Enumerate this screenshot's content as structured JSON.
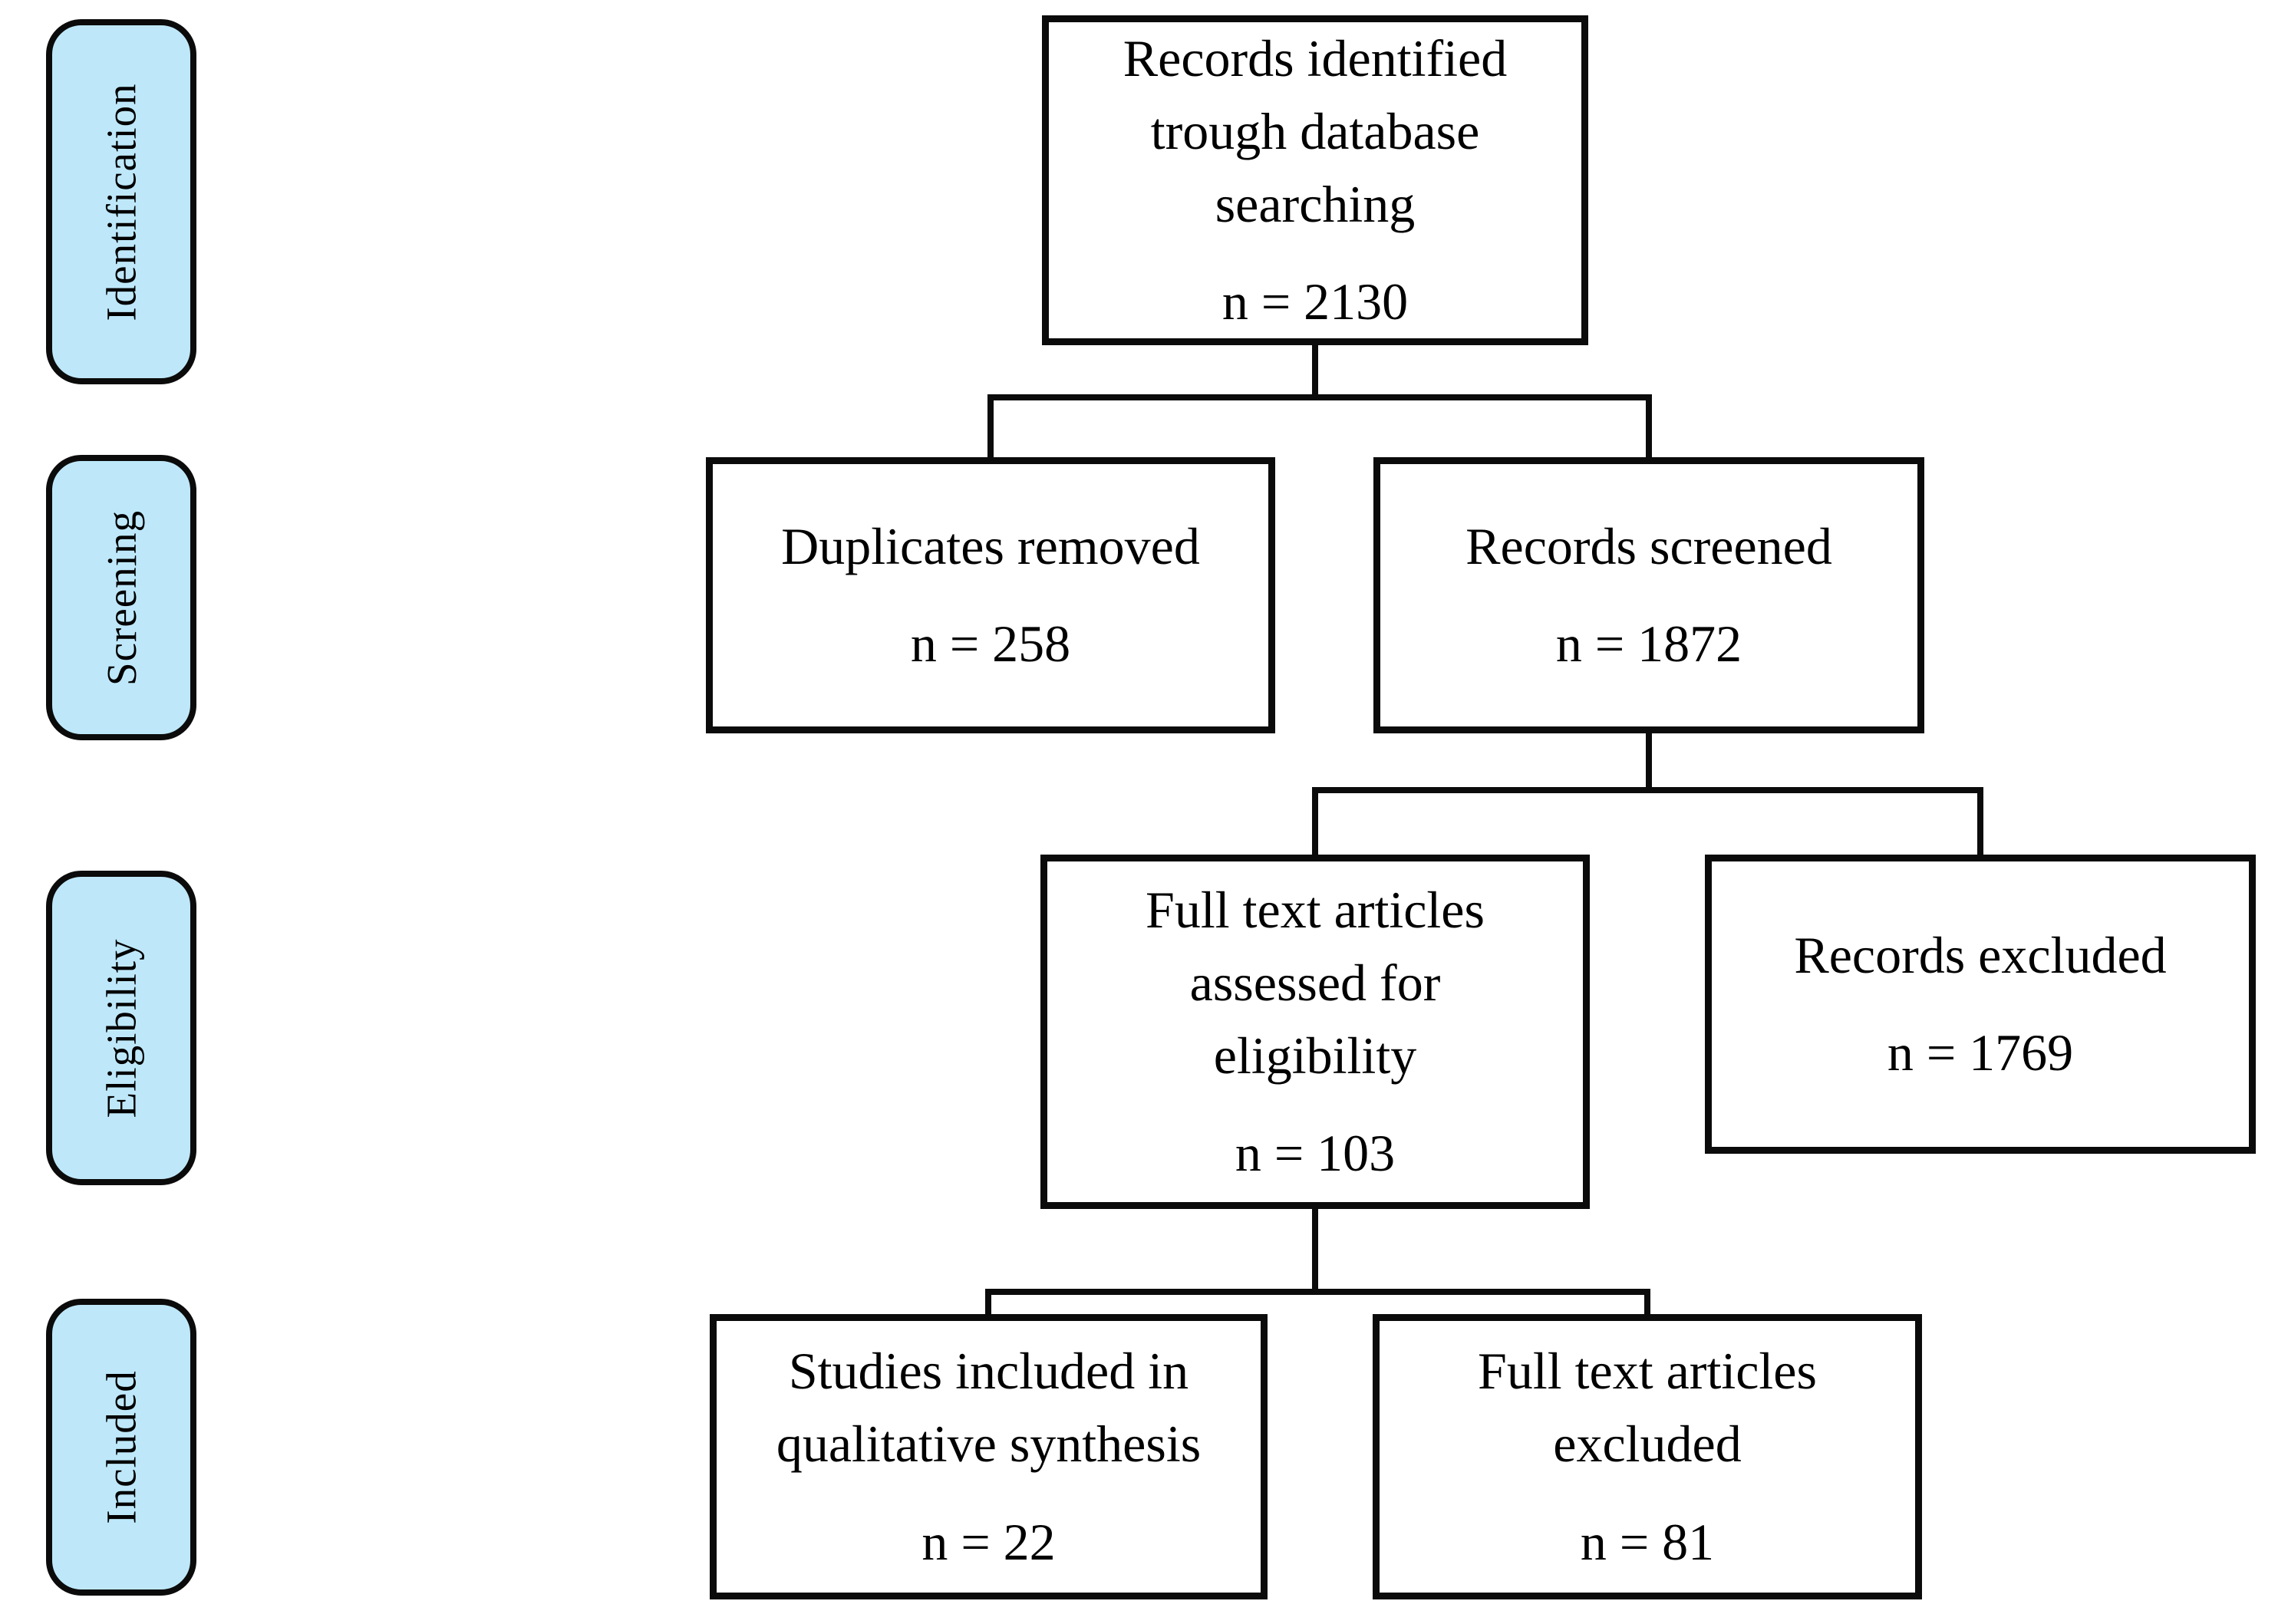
{
  "palette": {
    "stage_fill": "#bee8fa",
    "line_color": "#0b0b0b",
    "box_fill": "#ffffff",
    "text_color": "#000000"
  },
  "stages": [
    {
      "id": "identification",
      "label": "Identification"
    },
    {
      "id": "screening",
      "label": "Screening"
    },
    {
      "id": "eligibility",
      "label": "Eligibility"
    },
    {
      "id": "included",
      "label": "Included"
    }
  ],
  "boxes": [
    {
      "id": "records-identified",
      "lines": [
        "Records identified",
        "trough database",
        "searching"
      ],
      "n": "n = 2130"
    },
    {
      "id": "duplicates-removed",
      "lines": [
        "Duplicates removed"
      ],
      "n": "n = 258"
    },
    {
      "id": "records-screened",
      "lines": [
        "Records screened"
      ],
      "n": "n = 1872"
    },
    {
      "id": "full-text-assessed",
      "lines": [
        "Full text articles",
        "assessed for",
        "eligibility"
      ],
      "n": "n = 103"
    },
    {
      "id": "records-excluded",
      "lines": [
        "Records excluded"
      ],
      "n": "n = 1769"
    },
    {
      "id": "studies-included",
      "lines": [
        "Studies included in",
        "qualitative synthesis"
      ],
      "n": "n = 22"
    },
    {
      "id": "full-text-excluded",
      "lines": [
        "Full text articles",
        "excluded"
      ],
      "n": "n = 81"
    }
  ]
}
